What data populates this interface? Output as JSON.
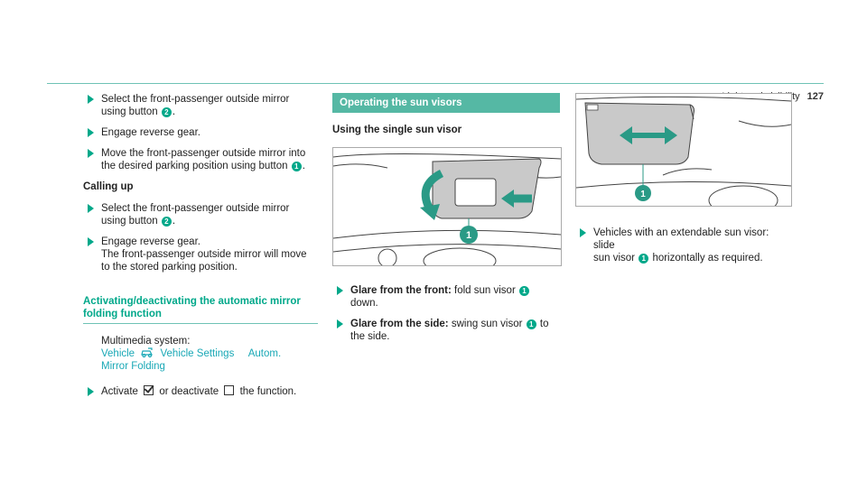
{
  "header": {
    "section": "Light and visibility",
    "page_number": "127"
  },
  "col1": {
    "step1_line1": "Select the front-passenger outside mirror",
    "step1_line2": "using button",
    "step1_num": "2",
    "step2": "Engage reverse gear.",
    "step3_line1": "Move the front-passenger outside mirror into",
    "step3_line2": "the desired parking position using button",
    "step3_num": "1",
    "calling_up": "Calling up",
    "step4_line1": "Select the front-passenger outside mirror",
    "step4_line2": "using button",
    "step4_num": "2",
    "step5_line1": "Engage reverse gear.",
    "step5_line2": "The front-passenger outside mirror will move",
    "step5_line3": "to the stored parking position.",
    "section_title_line1": "Activating/deactivating the automatic mirror",
    "section_title_line2": "folding function",
    "multimedia_label": "Multimedia system:",
    "path_vehicle": "Vehicle",
    "path_settings": "Vehicle Settings",
    "path_autom": "Autom.",
    "path_folding": "Mirror Folding",
    "activate_text_a": "Activate",
    "activate_text_b": "or deactivate",
    "activate_text_c": "the function."
  },
  "col2": {
    "banner": "Operating the sun visors",
    "subhead": "Using the single sun visor",
    "fig_callout": "1",
    "glare_front_bold": "Glare from the front:",
    "glare_front_text": "fold sun visor",
    "glare_front_num": "1",
    "glare_front_end": "down.",
    "glare_side_bold": "Glare from the side:",
    "glare_side_text": "swing sun visor",
    "glare_side_num": "1",
    "glare_side_end": "to",
    "glare_side_line2": "the side."
  },
  "col3": {
    "fig_callout": "1",
    "step_line1": "Vehicles with an extendable sun visor: slide",
    "step_line2a": "sun visor",
    "step_num": "1",
    "step_line2b": "horizontally as required."
  },
  "icons": {
    "step_arrow": "step-arrow-icon",
    "vehicle_settings": "car-key-icon",
    "checkbox_checked": "checkbox-checked-icon",
    "checkbox_empty": "checkbox-empty-icon"
  },
  "colors": {
    "accent": "#00a88a",
    "banner": "#55b8a4",
    "menu_path": "#19a8b6",
    "visor_fill": "#c9c9c9"
  }
}
